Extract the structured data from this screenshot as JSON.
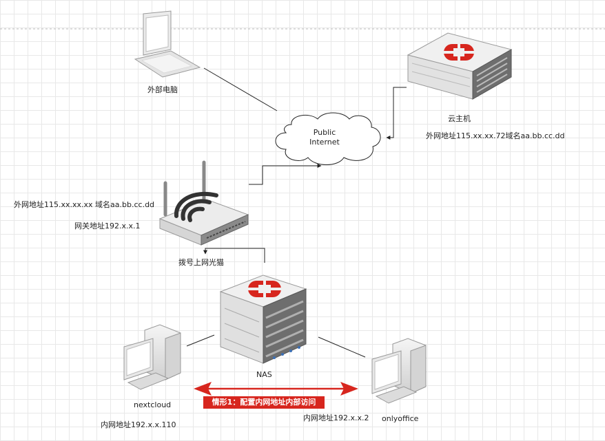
{
  "nodes": {
    "laptop": {
      "label": "外部电脑",
      "icon": "laptop-icon"
    },
    "cloud": {
      "line1": "Public",
      "line2": "Internet",
      "icon": "cloud-icon"
    },
    "cloud_host": {
      "label": "云主机",
      "address": "外网地址115.xx.xx.72域名aa.bb.cc.dd",
      "icon": "rack-server-icon"
    },
    "router": {
      "label": "拨号上网光猫",
      "wan": "外网地址115.xx.xx.xx 域名aa.bb.cc.dd",
      "gateway": "网关地址192.x.x.1",
      "icon": "wifi-router-icon"
    },
    "nas": {
      "label": "NAS",
      "icon": "nas-server-icon"
    },
    "nextcloud": {
      "label": "nextcloud",
      "address": "内网地址192.x.x.110",
      "icon": "desktop-pc-icon"
    },
    "onlyoffice": {
      "label": "onlyoffice",
      "address": "内网地址192.x.x.2",
      "icon": "desktop-pc-icon"
    }
  },
  "annotation": {
    "text": "情形1：配置内网地址内部访问"
  },
  "colors": {
    "accent": "#d7261e",
    "line": "#222222",
    "device_light": "#f2f2f2",
    "device_dark": "#6e6e6e"
  }
}
